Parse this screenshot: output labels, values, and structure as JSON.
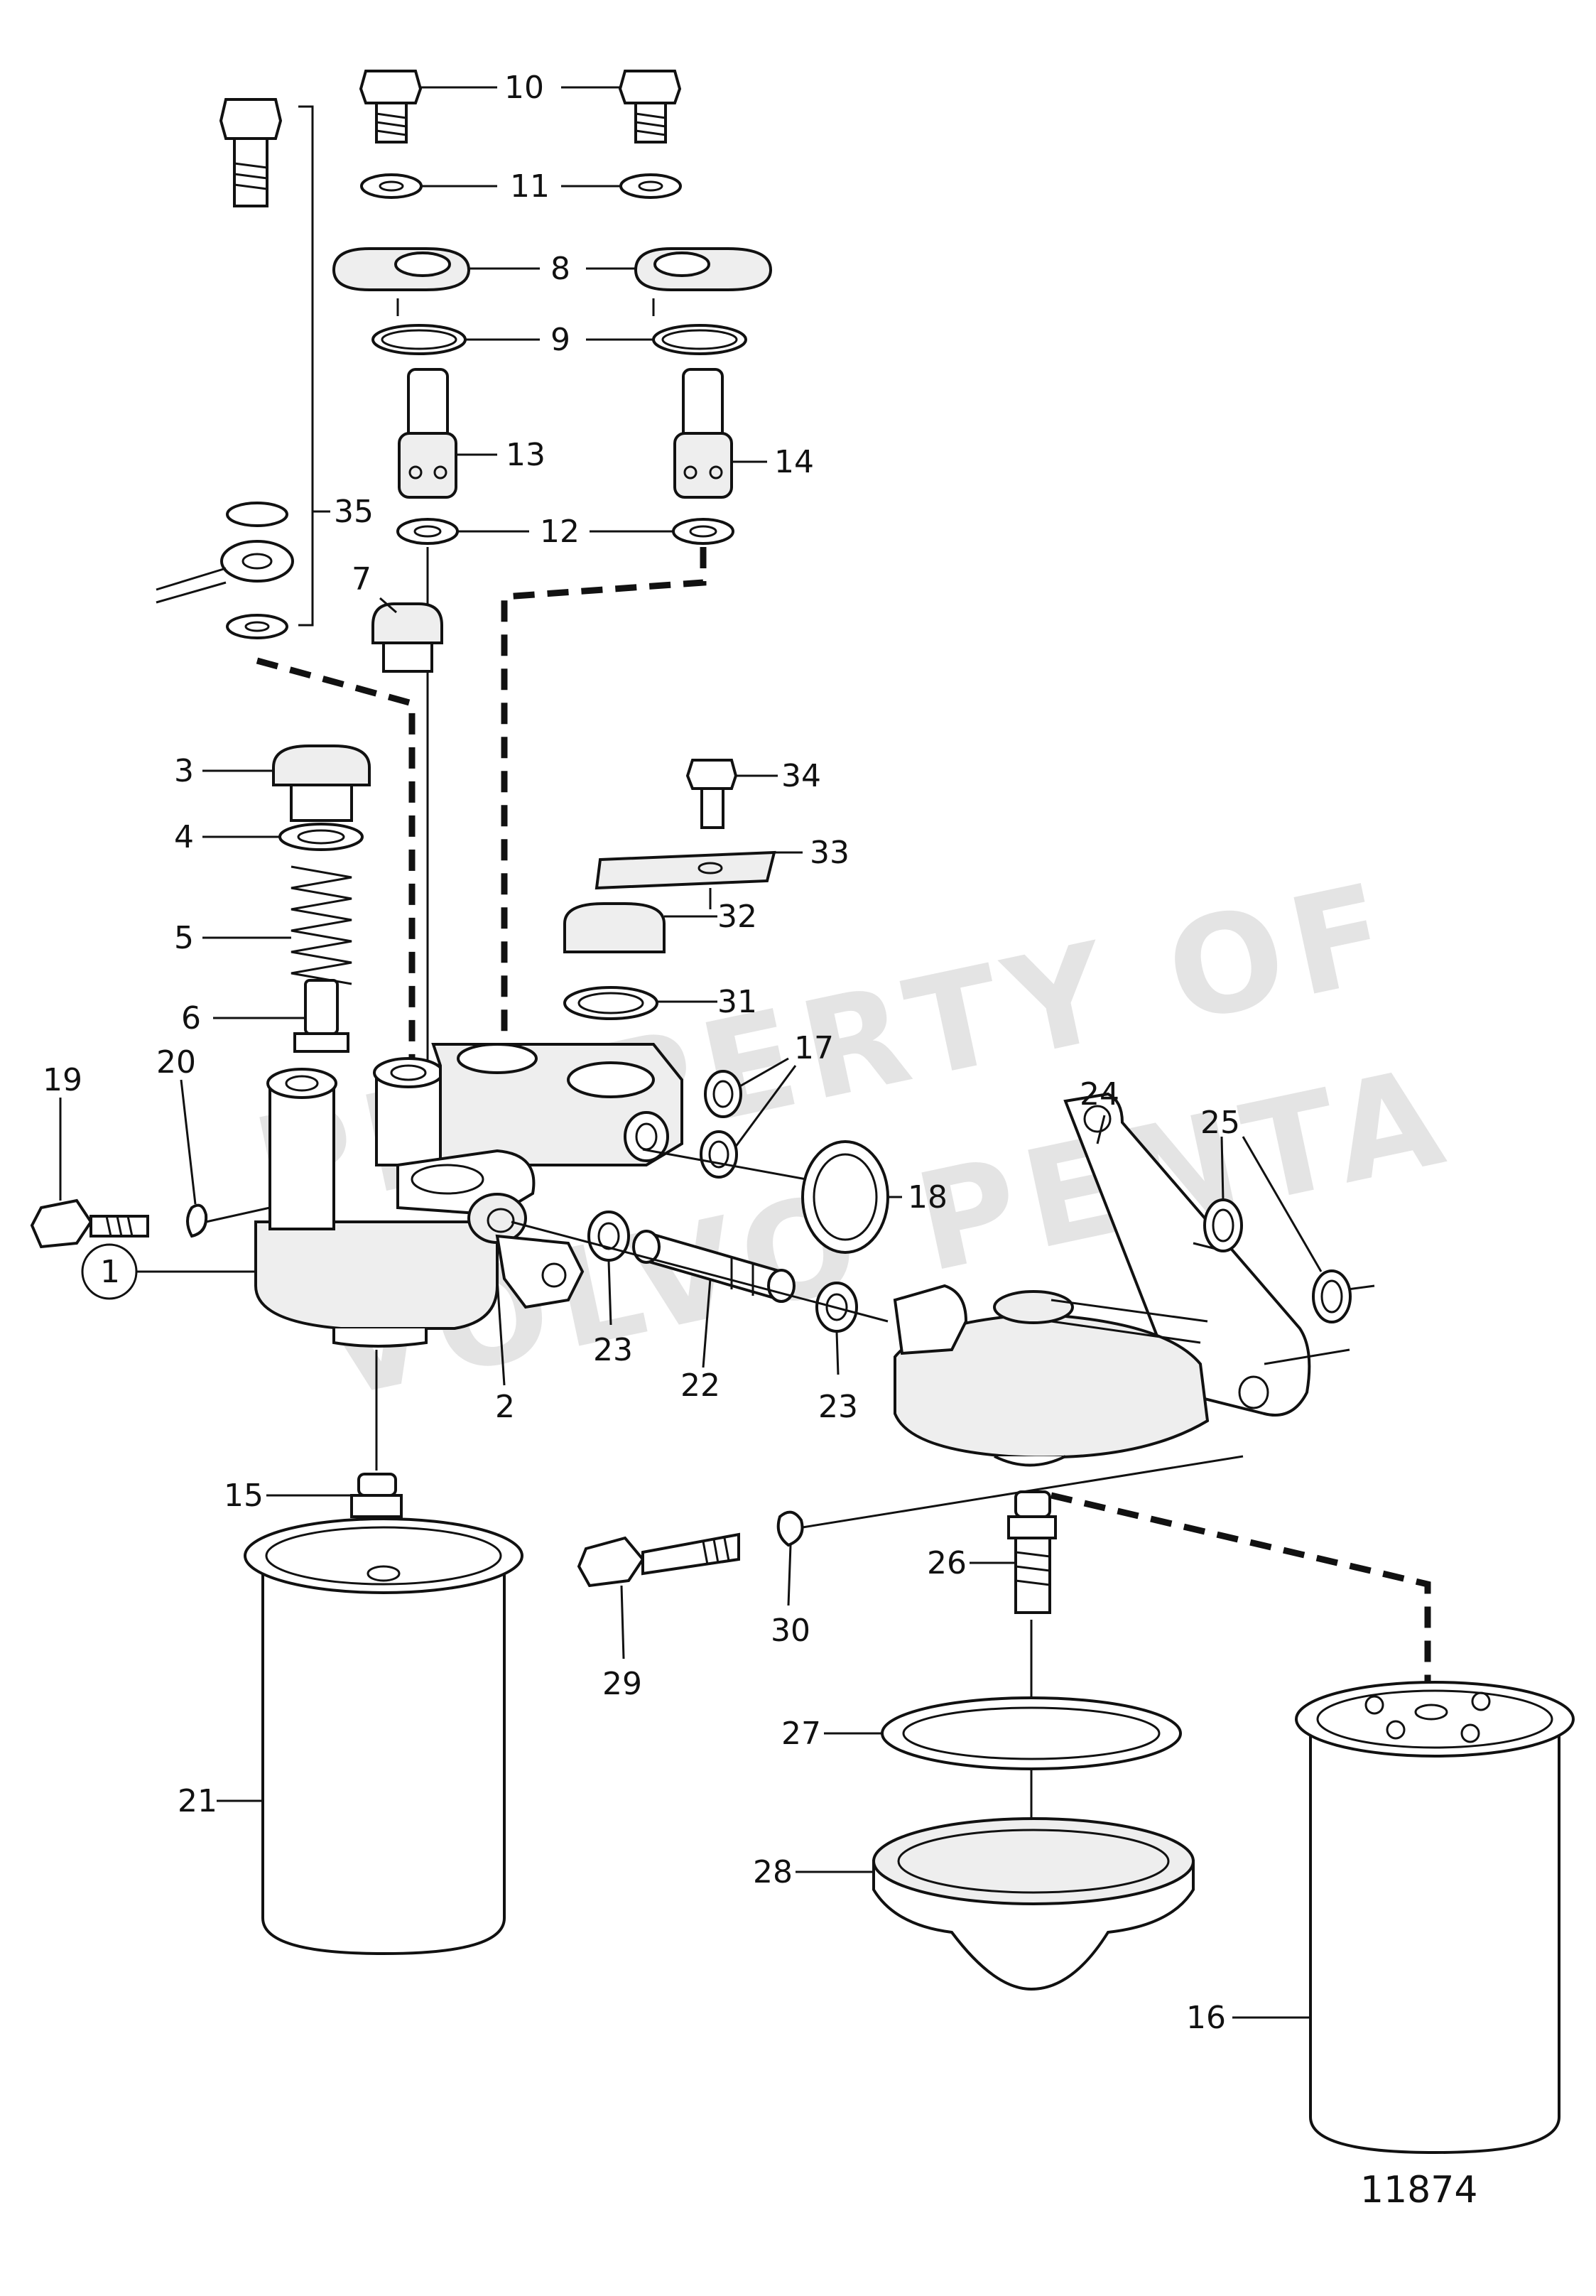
{
  "watermark": {
    "line1": "PROPERTY OF",
    "line2": "VOLVO PENTA"
  },
  "figure_number": "11874",
  "part_labels": {
    "p1": "1",
    "p2": "2",
    "p3": "3",
    "p4": "4",
    "p5": "5",
    "p6": "6",
    "p7": "7",
    "p8": "8",
    "p9": "9",
    "p10": "10",
    "p11": "11",
    "p12": "12",
    "p13": "13",
    "p14": "14",
    "p15": "15",
    "p16": "16",
    "p17": "17",
    "p18": "18",
    "p19": "19",
    "p20": "20",
    "p21": "21",
    "p22": "22",
    "p23a": "23",
    "p23b": "23",
    "p24": "24",
    "p25": "25",
    "p26": "26",
    "p27": "27",
    "p28": "28",
    "p29": "29",
    "p30": "30",
    "p31": "31",
    "p32": "32",
    "p33": "33",
    "p34": "34",
    "p35": "35"
  }
}
